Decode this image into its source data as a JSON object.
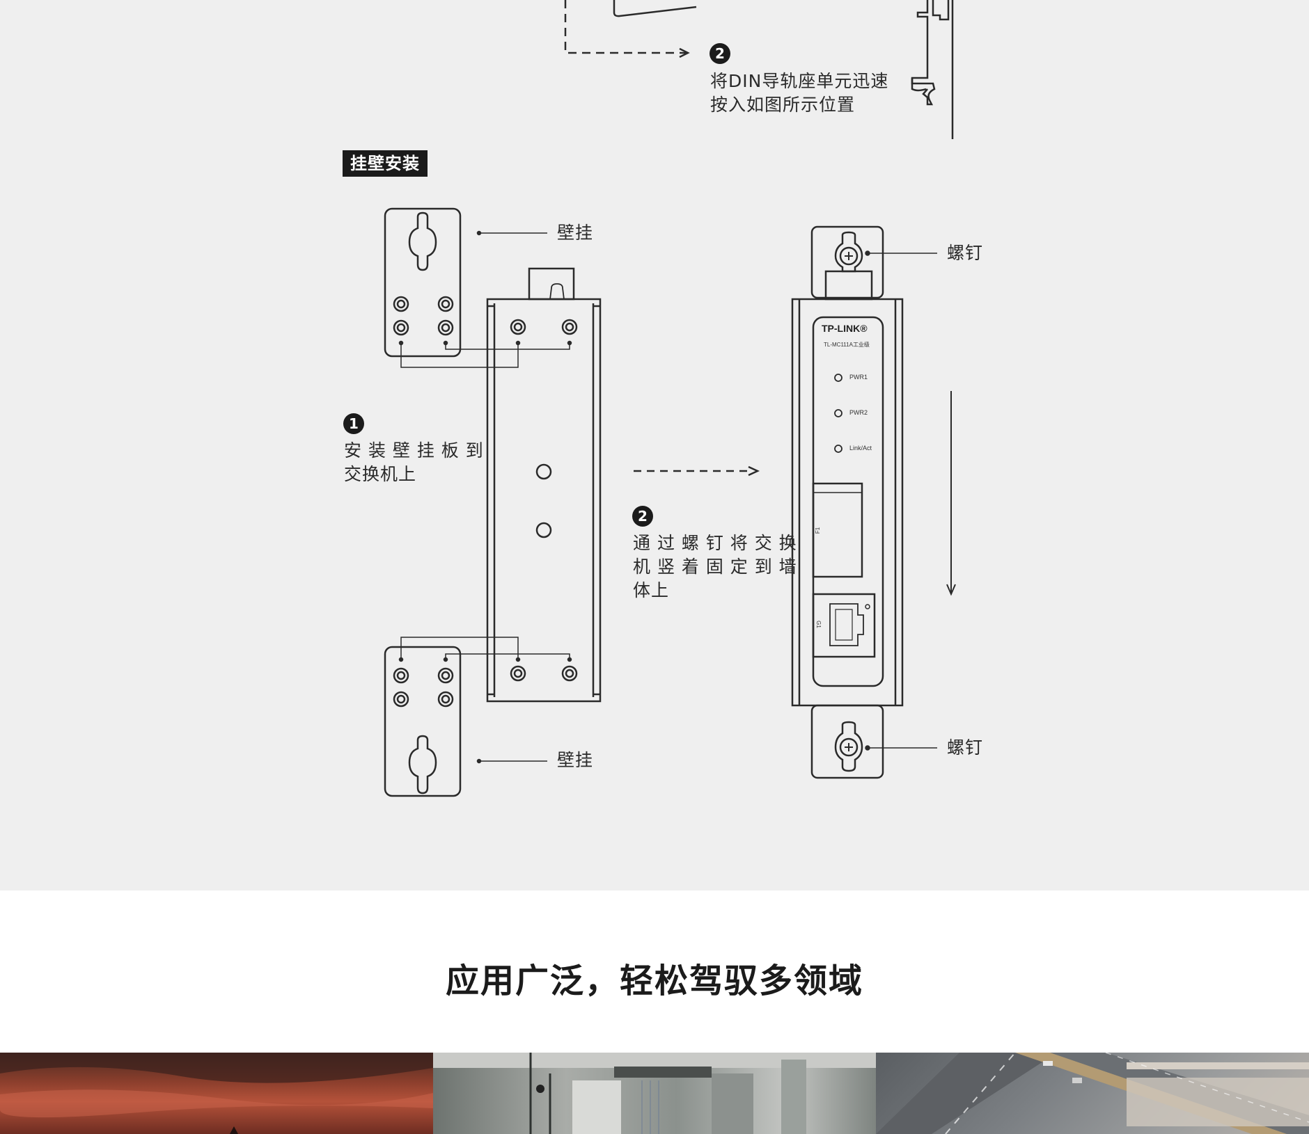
{
  "din_section": {
    "step2_number": "2",
    "step2_line1": "将DIN导轨座单元迅速",
    "step2_line2": "按入如图所示位置"
  },
  "wall_section": {
    "badge": "挂壁安装",
    "bracket_label_top": "壁挂",
    "bracket_label_bottom": "壁挂",
    "screw_label_top": "螺钉",
    "screw_label_bottom": "螺钉",
    "step1_number": "1",
    "step1_line1": "安 装 壁 挂 板 到",
    "step1_line2": "交换机上",
    "step2_number": "2",
    "step2_line1": "通 过 螺 钉 将 交 换",
    "step2_line2": "机 竖 着 固 定 到 墙",
    "step2_line3": "体上"
  },
  "device": {
    "brand": "TP-LINK®",
    "model": "TL-MC111A工业级",
    "led1": "PWR1",
    "led2": "PWR2",
    "led3": "Link/Act",
    "port_fiber": "F1",
    "port_ethernet": "G1"
  },
  "application": {
    "headline": "应用广泛，轻松驾驭多领域"
  },
  "colors": {
    "background": "#efefef",
    "ink": "#1b1b1b"
  }
}
